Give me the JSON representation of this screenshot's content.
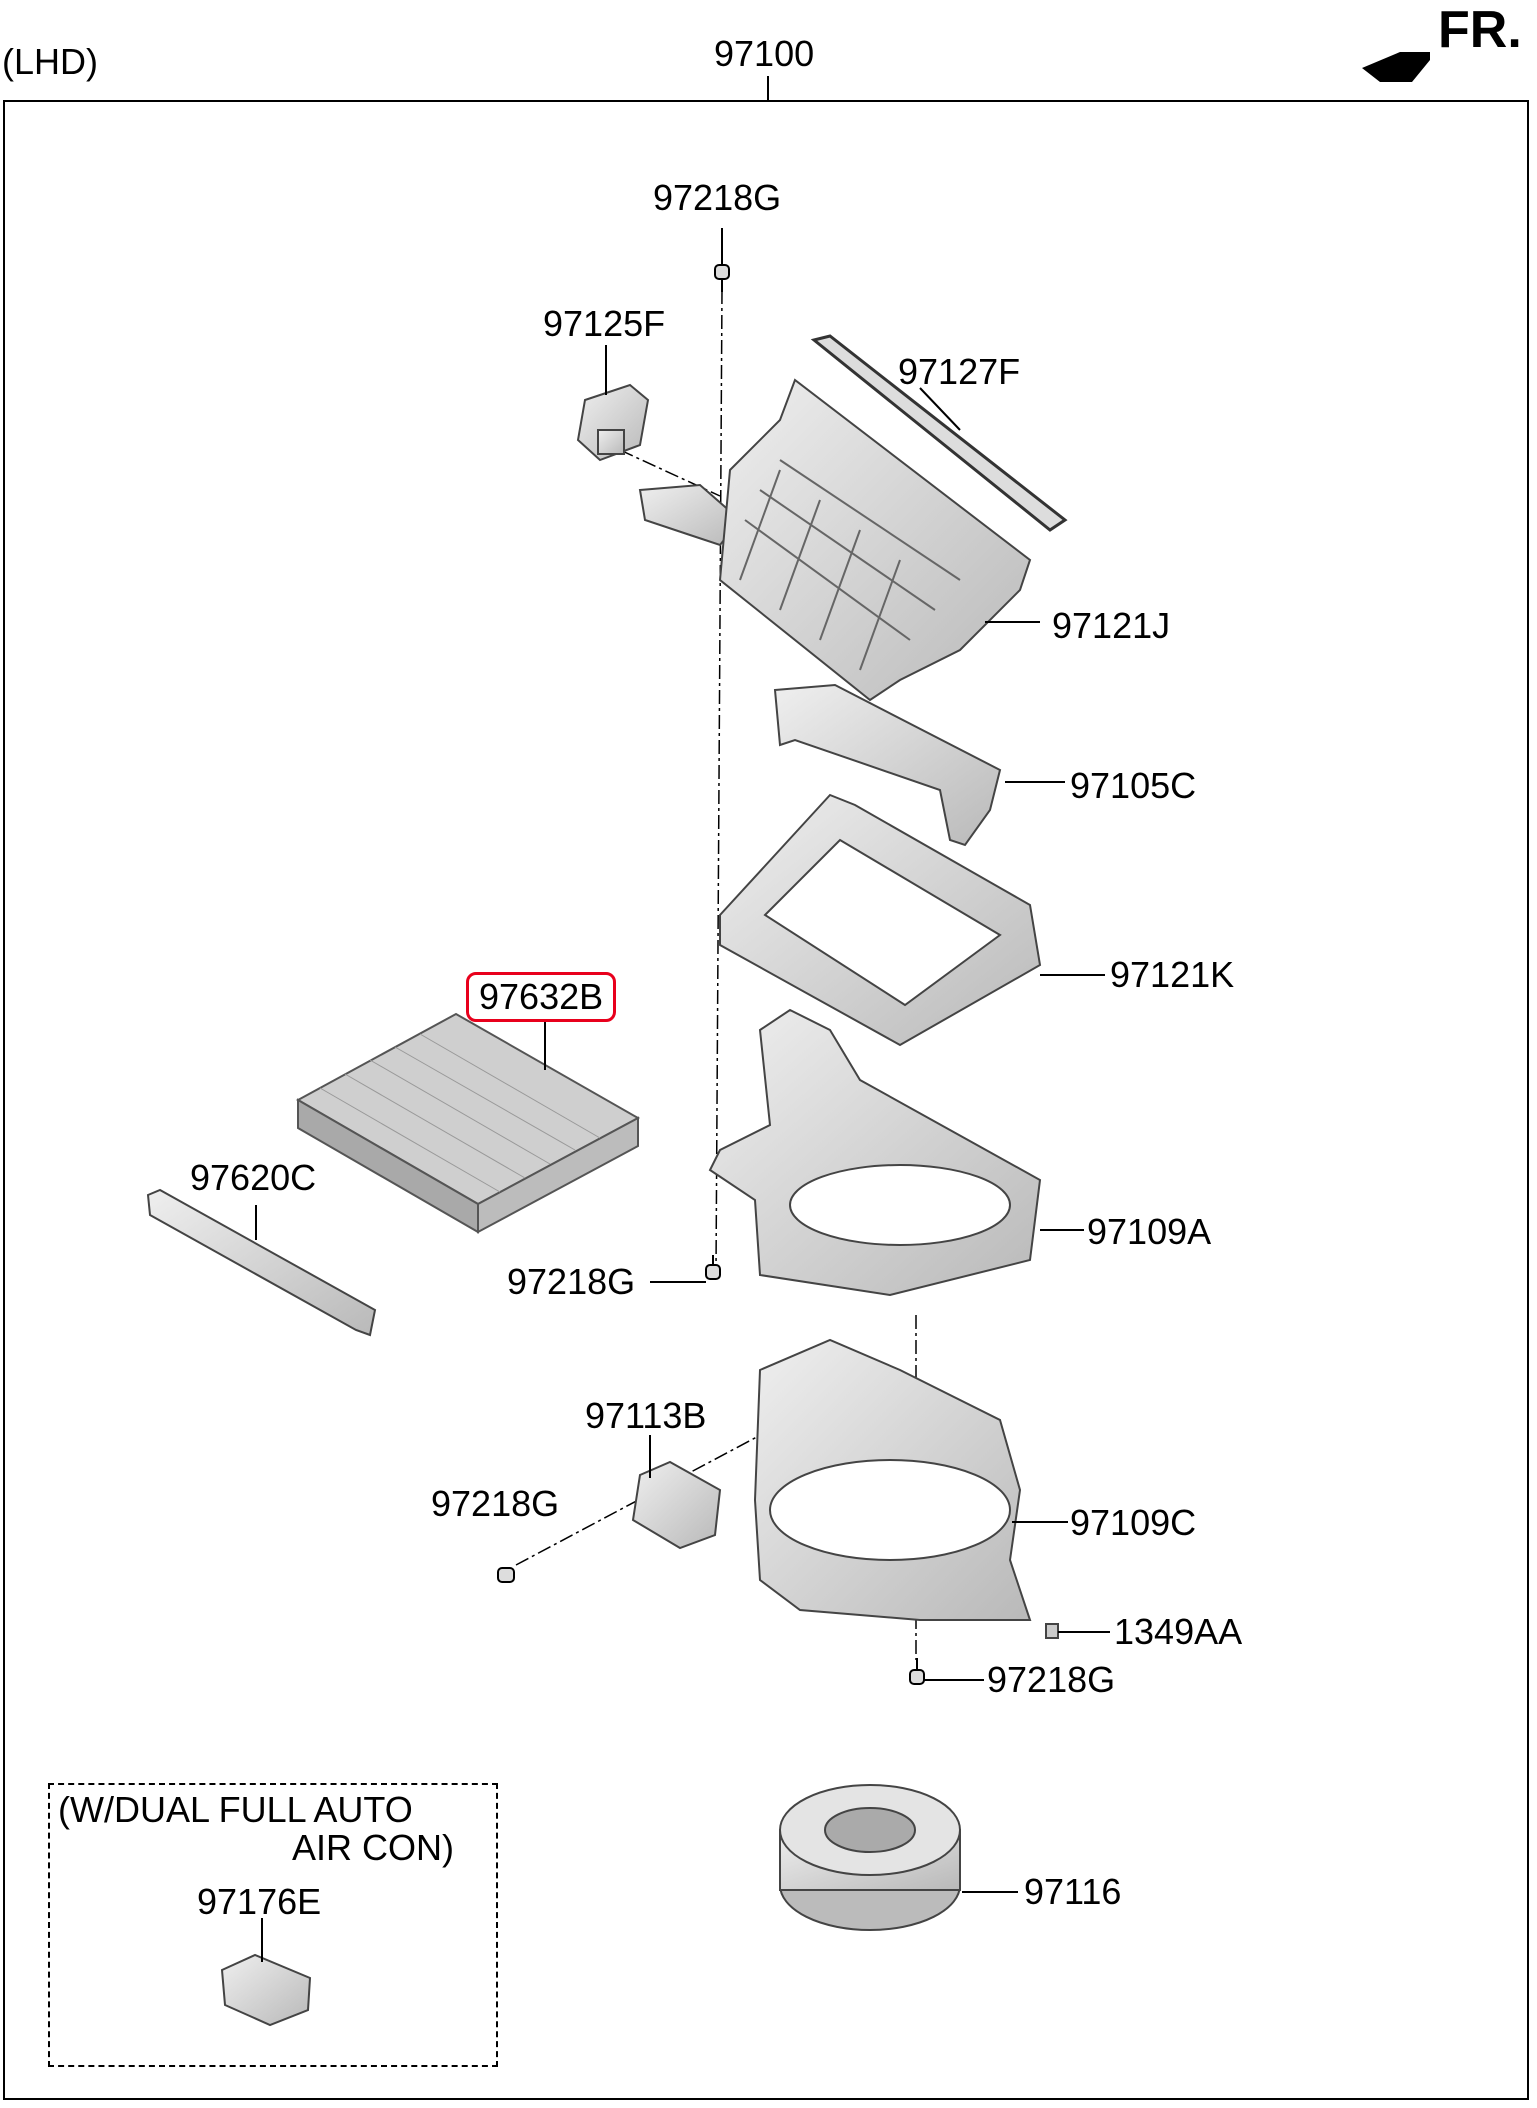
{
  "header": {
    "lhd": "(LHD)",
    "assembly": "97100",
    "direction": "FR."
  },
  "highlight_color": "#e8001c",
  "parts": [
    {
      "id": "p1",
      "label": "97218G"
    },
    {
      "id": "p2",
      "label": "97125F"
    },
    {
      "id": "p3",
      "label": "97127F"
    },
    {
      "id": "p4",
      "label": "97121J"
    },
    {
      "id": "p5",
      "label": "97105C"
    },
    {
      "id": "p6",
      "label": "97121K"
    },
    {
      "id": "p7",
      "label": "97632B",
      "highlighted": true
    },
    {
      "id": "p8",
      "label": "97620C"
    },
    {
      "id": "p9",
      "label": "97218G"
    },
    {
      "id": "p10",
      "label": "97109A"
    },
    {
      "id": "p11",
      "label": "97113B"
    },
    {
      "id": "p12",
      "label": "97218G"
    },
    {
      "id": "p13",
      "label": "97109C"
    },
    {
      "id": "p14",
      "label": "1349AA"
    },
    {
      "id": "p15",
      "label": "97218G"
    },
    {
      "id": "p16",
      "label": "97116"
    }
  ],
  "inset": {
    "line1": "(W/DUAL FULL AUTO",
    "line2": "AIR CON)",
    "part": "97176E"
  }
}
